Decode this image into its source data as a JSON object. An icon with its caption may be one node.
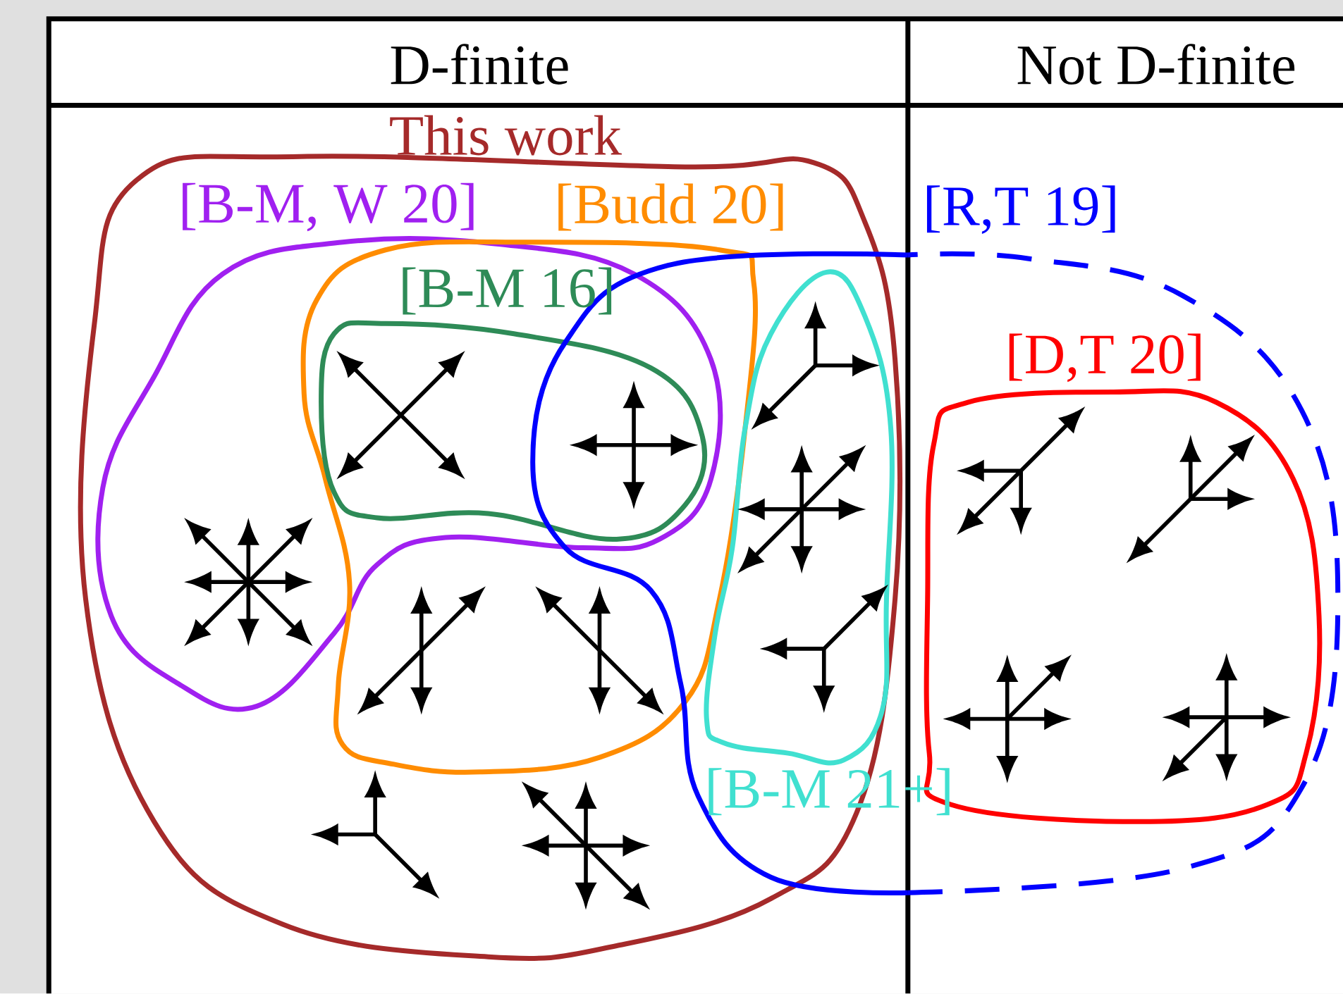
{
  "diagram": {
    "nodes": [
      {
        "text": [
          "This work"
        ]
      },
      {
        "text": [
          "[B-M, W 20]"
        ]
      },
      {
        "text": [
          "[Budd 20]"
        ]
      },
      {
        "text": [
          "[B-M 16]"
        ]
      },
      {
        "text": [
          "[B-M 21+]"
        ]
      },
      {
        "text": [
          "[R,T 19]"
        ]
      },
      {
        "text": [
          "[D,T 20]"
        ]
      }
    ],
    "labels": [
      "D-finite",
      "Not D-finite"
    ]
  }
}
